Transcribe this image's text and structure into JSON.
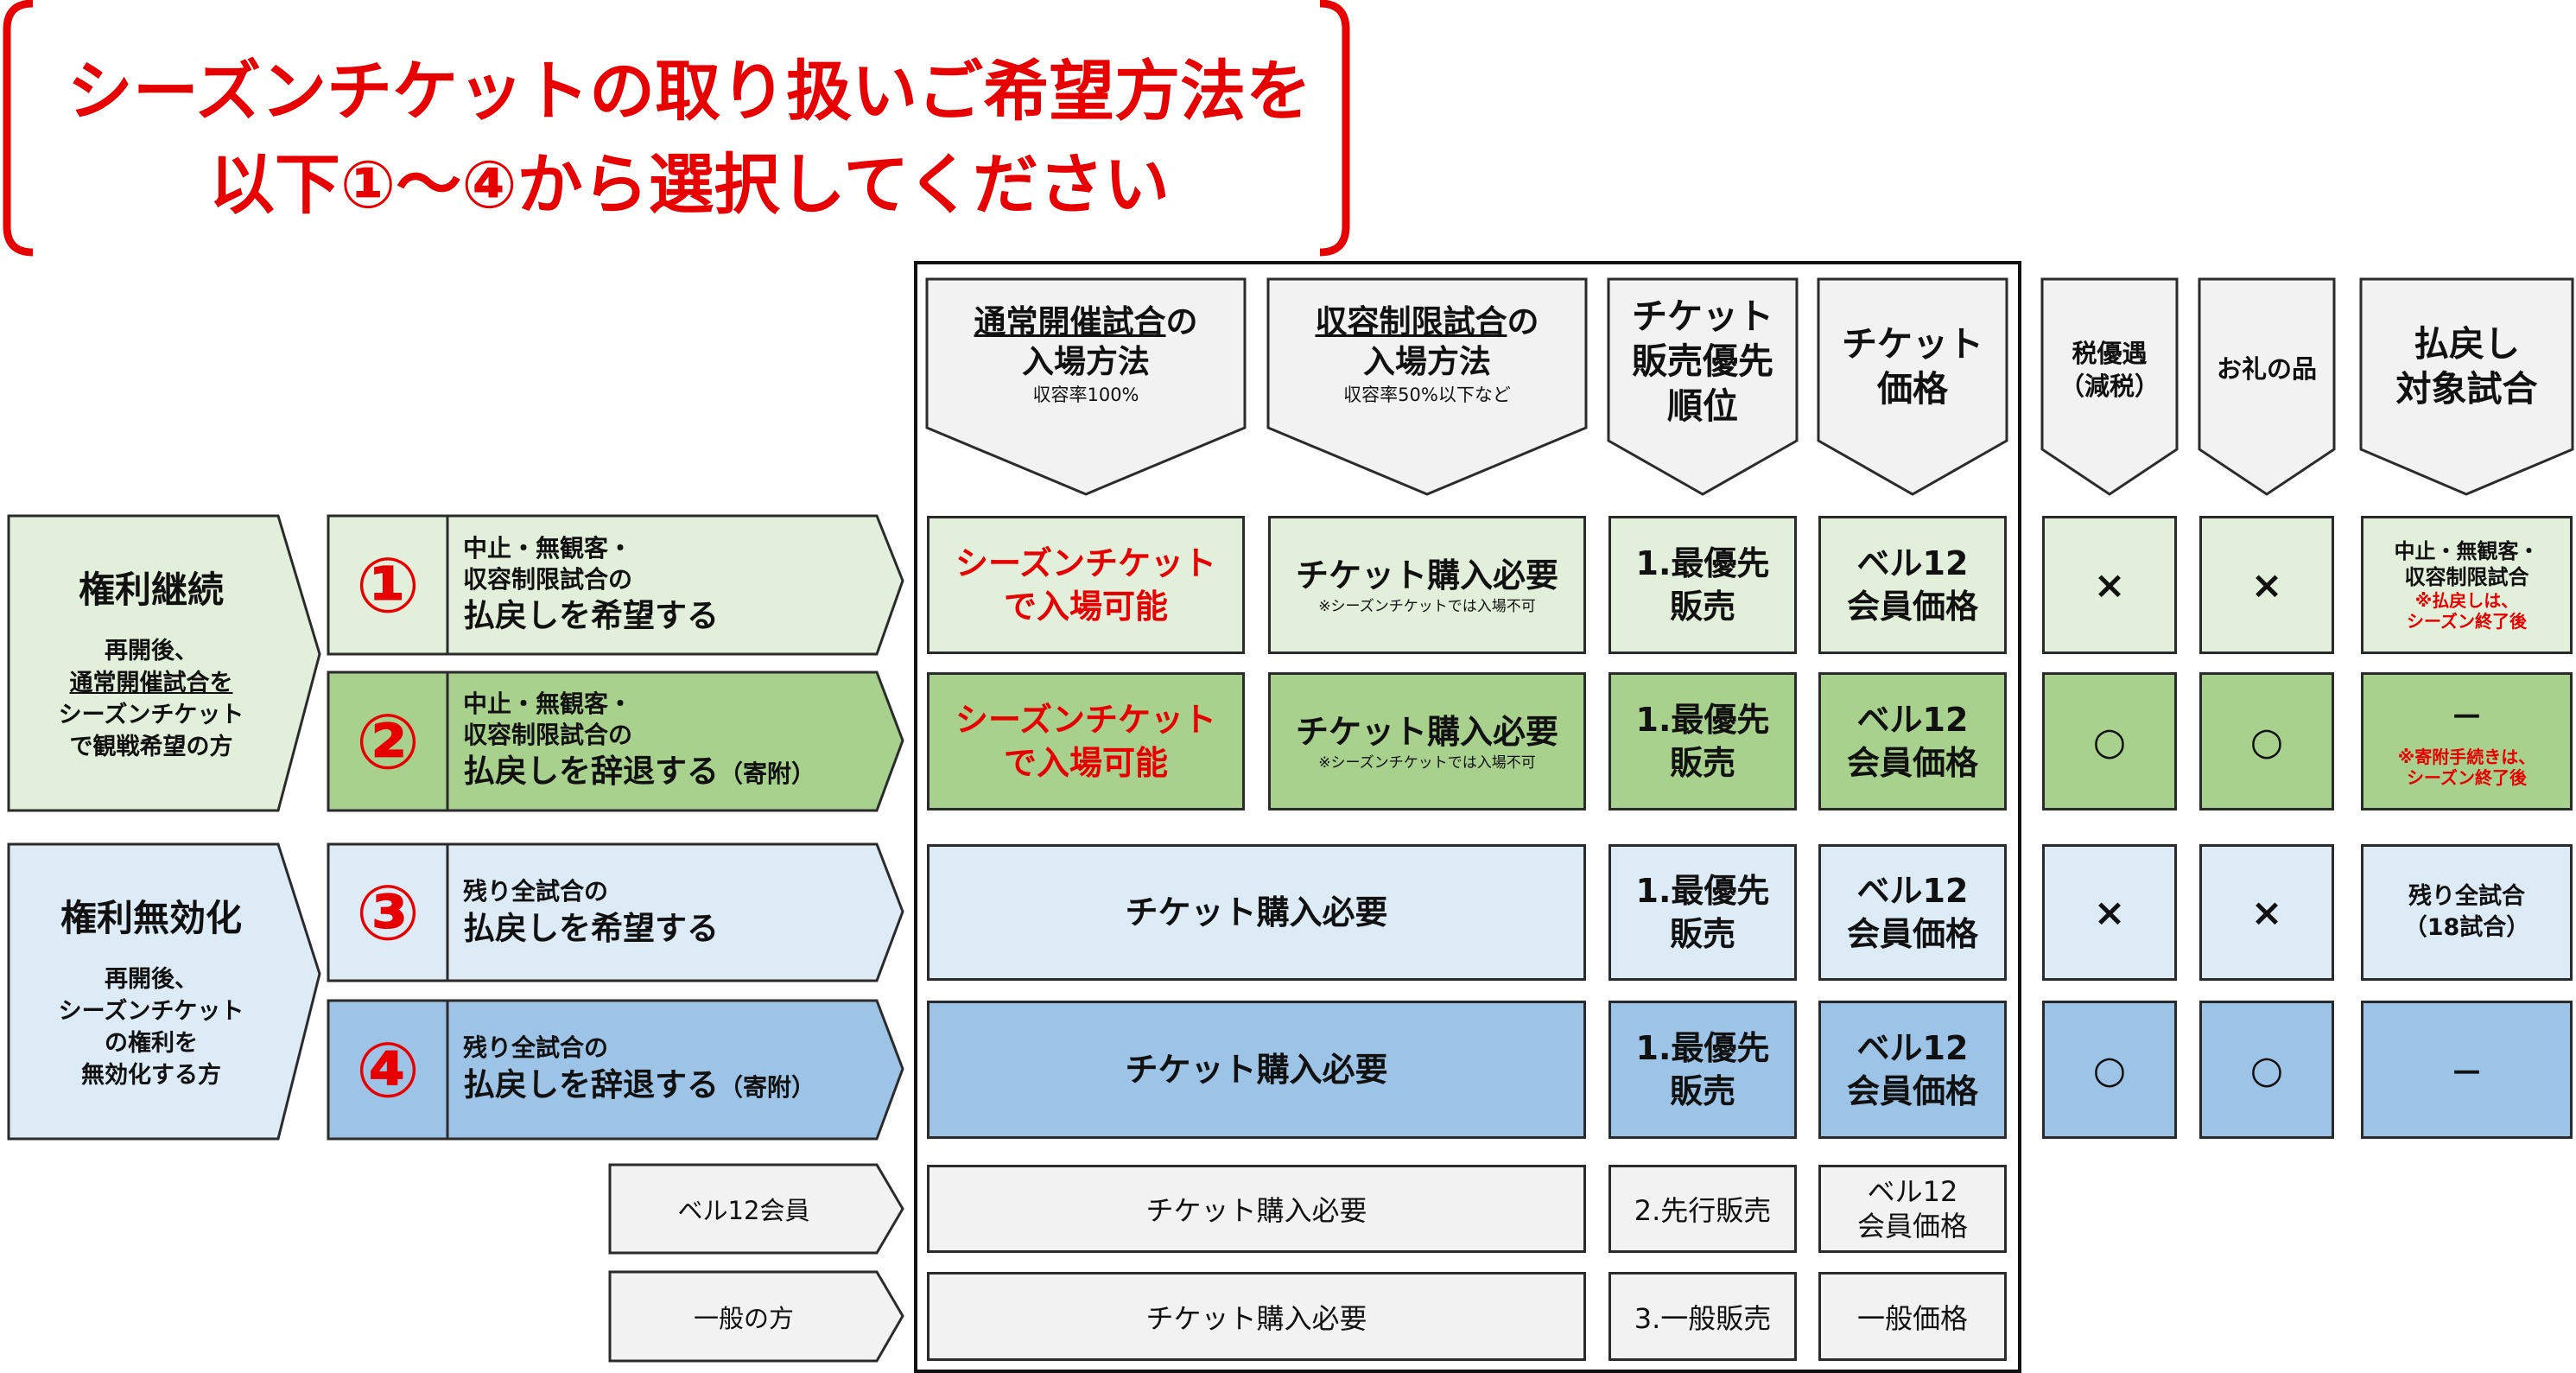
{
  "title": {
    "line1": "シーズンチケットの取り扱いご希望方法を",
    "line2": "以下①〜④から選択してください"
  },
  "headers": {
    "normal_entry": {
      "line1": "通常開催試合",
      "line1_suffix": "の",
      "line2": "入場方法",
      "sub": "収容率100%"
    },
    "limited_entry": {
      "line1": "収容制限試合",
      "line1_suffix": "の",
      "line2": "入場方法",
      "sub": "収容率50%以下など"
    },
    "priority": {
      "line1": "チケット",
      "line2": "販売優先",
      "line3": "順位"
    },
    "price": {
      "line1": "チケット",
      "line2": "価格"
    },
    "tax": {
      "line1": "税優遇",
      "line2": "（減税）"
    },
    "gift": {
      "line1": "お礼の品"
    },
    "refund": {
      "line1": "払戻し",
      "line2": "対象試合"
    }
  },
  "groups": {
    "continue": {
      "title": "権利継続",
      "desc": [
        "再開後、",
        "通常開催試合を",
        "シーズンチケット",
        "で観戦希望の方"
      ]
    },
    "invalidate": {
      "title": "権利無効化",
      "desc": [
        "再開後、",
        "シーズンチケット",
        "の権利を",
        "無効化する方"
      ]
    }
  },
  "options": [
    {
      "num": "①",
      "line1": "中止・無観客・",
      "line2": "収容制限試合の",
      "line3": "払戻しを希望する",
      "suffix": "",
      "normal": [
        "シーズンチケット",
        "で入場可能"
      ],
      "limited": "チケット購入必要",
      "limited_note": "※シーズンチケットでは入場不可",
      "priority": [
        "1.最優先",
        "販売"
      ],
      "price": [
        "ベル12",
        "会員価格"
      ],
      "tax": "×",
      "gift": "×",
      "refund": "中止・無観客・",
      "refund2": "収容制限試合",
      "refund_note": [
        "※払戻しは、",
        "シーズン終了後"
      ]
    },
    {
      "num": "②",
      "line1": "中止・無観客・",
      "line2": "収容制限試合の",
      "line3": "払戻しを辞退する",
      "suffix": "（寄附）",
      "normal": [
        "シーズンチケット",
        "で入場可能"
      ],
      "limited": "チケット購入必要",
      "limited_note": "※シーズンチケットでは入場不可",
      "priority": [
        "1.最優先",
        "販売"
      ],
      "price": [
        "ベル12",
        "会員価格"
      ],
      "tax": "○",
      "gift": "○",
      "refund": "－",
      "refund_note": [
        "※寄附手続きは、",
        "シーズン終了後"
      ]
    },
    {
      "num": "③",
      "line1": "残り全試合の",
      "line3": "払戻しを希望する",
      "suffix": "",
      "combined": "チケット購入必要",
      "priority": [
        "1.最優先",
        "販売"
      ],
      "price": [
        "ベル12",
        "会員価格"
      ],
      "tax": "×",
      "gift": "×",
      "refund": "残り全試合",
      "refund2": "（18試合）"
    },
    {
      "num": "④",
      "line1": "残り全試合の",
      "line3": "払戻しを辞退する",
      "suffix": "（寄附）",
      "combined": "チケット購入必要",
      "priority": [
        "1.最優先",
        "販売"
      ],
      "price": [
        "ベル12",
        "会員価格"
      ],
      "tax": "○",
      "gift": "○",
      "refund": "－"
    }
  ],
  "others": [
    {
      "label": "ベル12会員",
      "combined": "チケット購入必要",
      "priority": "2.先行販売",
      "price": [
        "ベル12",
        "会員価格"
      ]
    },
    {
      "label": "一般の方",
      "combined": "チケット購入必要",
      "priority": "3.一般販売",
      "price": [
        "一般価格"
      ]
    }
  ],
  "colors": {
    "title_red": "#e60000",
    "green_light": "#e2efda",
    "green_dark": "#a9d18e",
    "blue_light": "#ddebf7",
    "blue_dark": "#9dc3e6",
    "gray": "#f2f2f2"
  }
}
